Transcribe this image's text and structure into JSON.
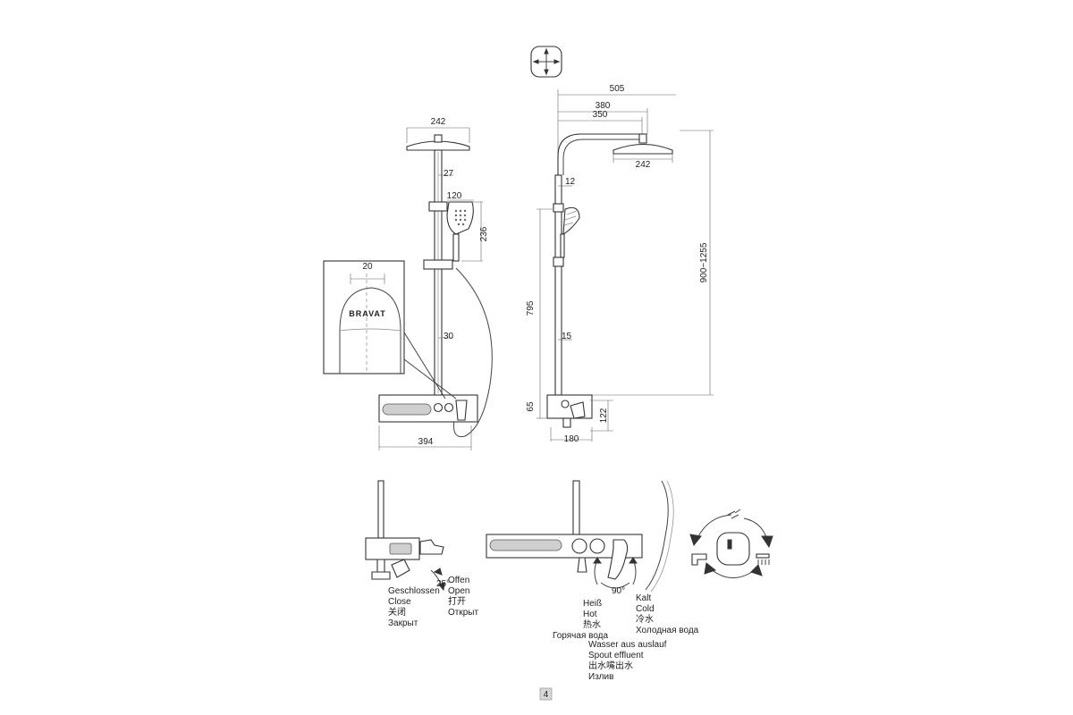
{
  "icons": {
    "compass": "crosshair-square-icon",
    "rotation": "rotation-arrows-icon",
    "shower": "shower-outlet-icon",
    "spout": "spout-outlet-icon",
    "handshower": "handshower-outlet-icon"
  },
  "dimensions": {
    "front_head_width": "242",
    "front_arm_gap": "27",
    "front_hand_width": "120",
    "front_hand_height": "236",
    "front_detail_width": "20",
    "front_bar_gap": "30",
    "front_base_width": "394",
    "side_total_width": "505",
    "side_arm_reach": "380",
    "side_arm_inner": "350",
    "side_head_width": "242",
    "side_top_gap": "12",
    "side_height_range": "900~1255",
    "side_bar_height": "795",
    "side_bar_gap": "15",
    "side_base_height": "65",
    "side_base_depth": "180",
    "side_spout_height": "122"
  },
  "brand": "BRAVAT",
  "close_open": {
    "angle": "25°",
    "closed": [
      "Geschlossen",
      "Close",
      "关闭",
      "Закрыт"
    ],
    "open": [
      "Offen",
      "Open",
      "打开",
      "Открыт"
    ]
  },
  "hot_cold": {
    "angle": "90°",
    "hot": [
      "Heiß",
      "Hot",
      "热水",
      "Горячая вода"
    ],
    "cold": [
      "Kalt",
      "Cold",
      "冷水",
      "Холодная вода"
    ]
  },
  "spout_effluent": [
    "Wasser aus auslauf",
    "Spout effluent",
    "出水嘴出水",
    "Излив"
  ],
  "page_number": "4"
}
